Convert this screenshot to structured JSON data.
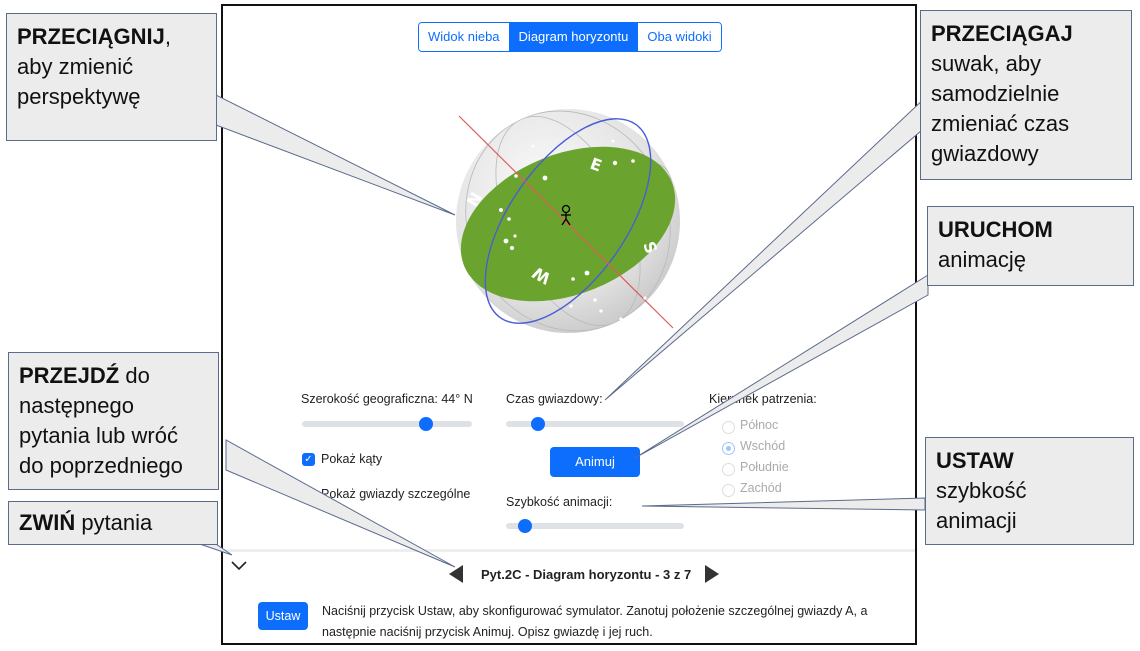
{
  "tabs": [
    "Widok nieba",
    "Diagram horyzontu",
    "Oba widoki"
  ],
  "sphere": {
    "directions": [
      "N",
      "E",
      "S",
      "W"
    ],
    "colors": {
      "ground": "#6aa42f",
      "ecliptic": "#e25b5b",
      "celestial_equator": "#4a5cd6",
      "sphere": "#e6e6e6"
    }
  },
  "controls": {
    "latitude_label": "Szerokość geograficzna: 44° N",
    "latitude_value": 0.73,
    "sidereal_label": "Czas gwiazdowy:",
    "sidereal_value": 0.18,
    "show_angles_label": "Pokaż kąty",
    "show_special_label": "Pokaż gwiazdy szczególne",
    "animate_label": "Animuj",
    "speed_label": "Szybkość animacji:",
    "speed_value": 0.1,
    "view_dir_label_visible": "Kierunek patrzenia:",
    "view_options": [
      "Północ",
      "Wschód",
      "Południe",
      "Zachód"
    ],
    "selected_view": "Wschód"
  },
  "question": {
    "title": "Pyt.2C - Diagram horyzontu - 3 z 7",
    "set_label": "Ustaw",
    "text_line1": "Naciśnij przycisk Ustaw, aby skonfigurować symulator. Zanotuj położenie szczególnej gwiazdy A, a",
    "text_line2": "następnie naciśnij przycisk Animuj. Opisz gwiazdę i jej ruch."
  },
  "callouts": {
    "drag_bold": "PRZECIĄGNIJ",
    "drag_rest1": ",",
    "drag_rest2": "aby zmienić",
    "drag_rest3": "perspektywę",
    "slide_bold": "PRZECIĄGAJ",
    "slide_rest1": "suwak, aby",
    "slide_rest2": "samodzielnie",
    "slide_rest3": "zmieniać czas",
    "slide_rest4": "gwiazdowy",
    "run_bold": "URUCHOM",
    "run_rest": "animację",
    "next_bold": "PRZEJDŹ",
    "next_rest1": " do",
    "next_rest2": "następnego",
    "next_rest3": "pytania lub wróć",
    "next_rest4": "do poprzedniego",
    "set_bold": "USTAW",
    "set_rest1": "szybkość",
    "set_rest2": "animacji",
    "collapse_bold": "ZWIŃ",
    "collapse_rest": " pytania"
  }
}
